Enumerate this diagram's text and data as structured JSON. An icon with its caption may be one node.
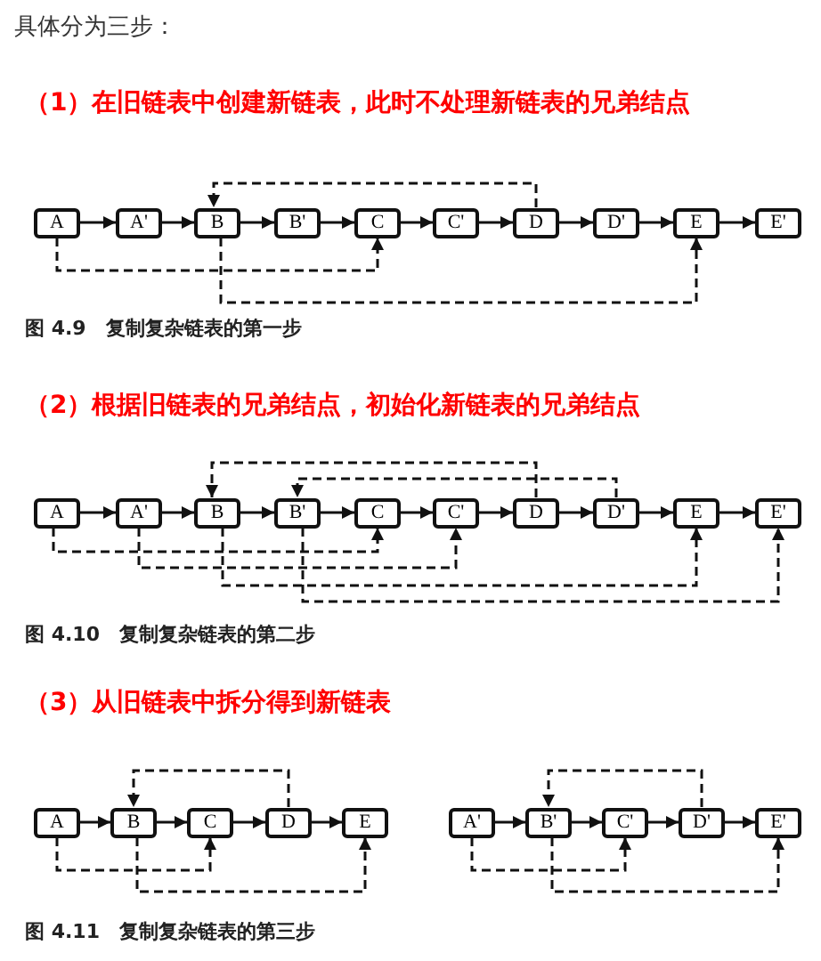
{
  "diagram": {
    "nodes": [
      {
        "text": [
          "A"
        ]
      },
      {
        "text": [
          "A'"
        ]
      },
      {
        "text": [
          "B"
        ]
      },
      {
        "text": [
          "B'"
        ]
      },
      {
        "text": [
          "C"
        ]
      },
      {
        "text": [
          "C'"
        ]
      },
      {
        "text": [
          "D"
        ]
      },
      {
        "text": [
          "D'"
        ]
      },
      {
        "text": [
          "E"
        ]
      },
      {
        "text": [
          "E'"
        ]
      },
      {
        "text": [
          "A"
        ]
      },
      {
        "text": [
          "A'"
        ]
      },
      {
        "text": [
          "B"
        ]
      },
      {
        "text": [
          "B'"
        ]
      },
      {
        "text": [
          "C"
        ]
      },
      {
        "text": [
          "C'"
        ]
      },
      {
        "text": [
          "D"
        ]
      },
      {
        "text": [
          "D'"
        ]
      },
      {
        "text": [
          "E"
        ]
      },
      {
        "text": [
          "E'"
        ]
      },
      {
        "text": [
          "A"
        ]
      },
      {
        "text": [
          "B"
        ]
      },
      {
        "text": [
          "C"
        ]
      },
      {
        "text": [
          "D"
        ]
      },
      {
        "text": [
          "E"
        ]
      },
      {
        "text": [
          "A'"
        ]
      },
      {
        "text": [
          "B'"
        ]
      },
      {
        "text": [
          "C'"
        ]
      },
      {
        "text": [
          "D'"
        ]
      },
      {
        "text": [
          "E'"
        ]
      }
    ],
    "edges": [
      {
        "from": 0,
        "to": 1,
        "arrow": "to"
      },
      {
        "from": 1,
        "to": 2,
        "arrow": "to"
      },
      {
        "from": 2,
        "to": 3,
        "arrow": "to"
      },
      {
        "from": 3,
        "to": 4,
        "arrow": "to"
      },
      {
        "from": 4,
        "to": 5,
        "arrow": "to"
      },
      {
        "from": 5,
        "to": 6,
        "arrow": "to"
      },
      {
        "from": 6,
        "to": 7,
        "arrow": "to"
      },
      {
        "from": 7,
        "to": 8,
        "arrow": "to"
      },
      {
        "from": 8,
        "to": 9,
        "arrow": "to"
      },
      {
        "from": 6,
        "to": 2,
        "arrow": "to",
        "style": "dashed"
      },
      {
        "from": 0,
        "to": 4,
        "arrow": "to",
        "style": "dashed"
      },
      {
        "from": 2,
        "to": 8,
        "arrow": "to",
        "style": "dashed"
      },
      {
        "from": 10,
        "to": 11,
        "arrow": "to"
      },
      {
        "from": 11,
        "to": 12,
        "arrow": "to"
      },
      {
        "from": 12,
        "to": 13,
        "arrow": "to"
      },
      {
        "from": 13,
        "to": 14,
        "arrow": "to"
      },
      {
        "from": 14,
        "to": 15,
        "arrow": "to"
      },
      {
        "from": 15,
        "to": 16,
        "arrow": "to"
      },
      {
        "from": 16,
        "to": 17,
        "arrow": "to"
      },
      {
        "from": 17,
        "to": 18,
        "arrow": "to"
      },
      {
        "from": 18,
        "to": 19,
        "arrow": "to"
      },
      {
        "from": 16,
        "to": 12,
        "arrow": "to",
        "style": "dashed"
      },
      {
        "from": 17,
        "to": 13,
        "arrow": "to",
        "style": "dashed"
      },
      {
        "from": 10,
        "to": 14,
        "arrow": "to",
        "style": "dashed"
      },
      {
        "from": 11,
        "to": 15,
        "arrow": "to",
        "style": "dashed"
      },
      {
        "from": 12,
        "to": 18,
        "arrow": "to",
        "style": "dashed"
      },
      {
        "from": 13,
        "to": 19,
        "arrow": "to",
        "style": "dashed"
      },
      {
        "from": 20,
        "to": 21,
        "arrow": "to"
      },
      {
        "from": 21,
        "to": 22,
        "arrow": "to"
      },
      {
        "from": 22,
        "to": 23,
        "arrow": "to"
      },
      {
        "from": 23,
        "to": 24,
        "arrow": "to"
      },
      {
        "from": 25,
        "to": 26,
        "arrow": "to"
      },
      {
        "from": 26,
        "to": 27,
        "arrow": "to"
      },
      {
        "from": 27,
        "to": 28,
        "arrow": "to"
      },
      {
        "from": 28,
        "to": 29,
        "arrow": "to"
      },
      {
        "from": 23,
        "to": 21,
        "arrow": "to",
        "style": "dashed"
      },
      {
        "from": 20,
        "to": 22,
        "arrow": "to",
        "style": "dashed"
      },
      {
        "from": 21,
        "to": 24,
        "arrow": "to",
        "style": "dashed"
      },
      {
        "from": 28,
        "to": 26,
        "arrow": "to",
        "style": "dashed"
      },
      {
        "from": 25,
        "to": 27,
        "arrow": "to",
        "style": "dashed"
      },
      {
        "from": 26,
        "to": 29,
        "arrow": "to",
        "style": "dashed"
      }
    ],
    "labels": [
      "具体分为三步：",
      "（1）在旧链表中创建新链表，此时不处理新链表的兄弟结点",
      "图 4.9　复制复杂链表的第一步",
      "（2）根据旧链表的兄弟结点，初始化新链表的兄弟结点",
      "图 4.10　复制复杂链表的第二步",
      "（3）从旧链表中拆分得到新链表",
      "图 4.11　复制复杂链表的第三步"
    ]
  }
}
